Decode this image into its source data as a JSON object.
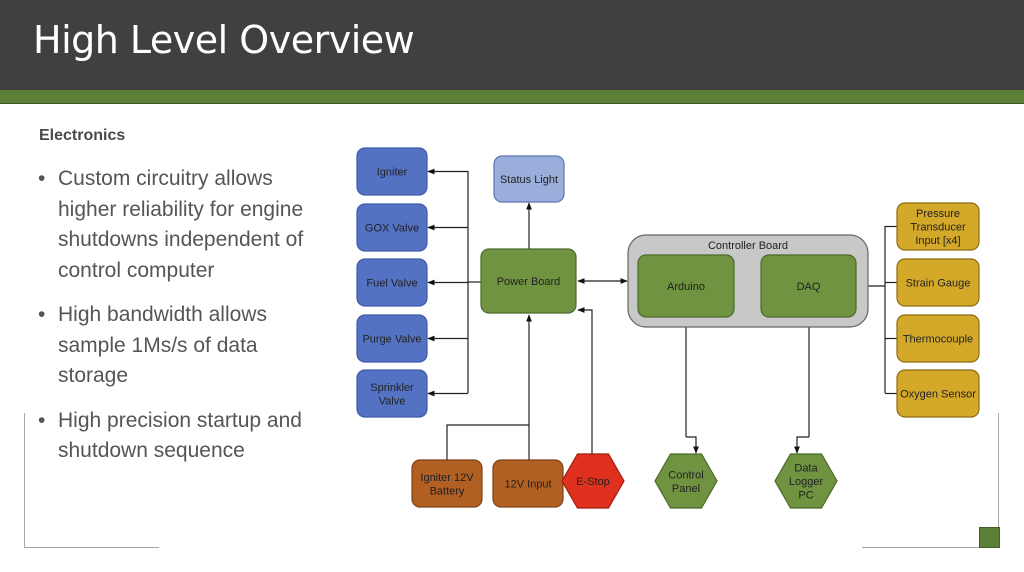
{
  "slide": {
    "title": "High Level Overview",
    "subheading": "Electronics",
    "bullets": [
      "Custom circuitry allows higher reliability for engine shutdowns independent of control computer",
      "High bandwidth allows sample 1Ms/s of data storage",
      " High precision startup and shutdown sequence"
    ],
    "bullet_glyph": "•"
  },
  "colors": {
    "header": "#404040",
    "accent_green": "#5b7f34",
    "actuator_blue": "#5472c4",
    "status_blue": "#9aaedc",
    "board_green": "#6f9341",
    "container_gray": "#c8c8c8",
    "power_orange": "#b15f23",
    "estop_red": "#e0301e",
    "sensor_gold": "#d4a92a"
  },
  "diagram": {
    "actuators": [
      {
        "id": "igniter",
        "label": [
          "Igniter"
        ]
      },
      {
        "id": "gox-valve",
        "label": [
          "GOX Valve"
        ]
      },
      {
        "id": "fuel-valve",
        "label": [
          "Fuel Valve"
        ]
      },
      {
        "id": "purge-valve",
        "label": [
          "Purge Valve"
        ]
      },
      {
        "id": "sprinkler-valve",
        "label": [
          "Sprinkler",
          "Valve"
        ]
      }
    ],
    "status_light": {
      "label": [
        "Status Light"
      ]
    },
    "power_board": {
      "label": [
        "Power Board"
      ]
    },
    "controller_board": {
      "label": "Controller Board"
    },
    "arduino": {
      "label": [
        "Arduino"
      ]
    },
    "daq": {
      "label": [
        "DAQ"
      ]
    },
    "power_sources": [
      {
        "id": "igniter-battery",
        "label": [
          "Igniter 12V",
          "Battery"
        ]
      },
      {
        "id": "12v-input",
        "label": [
          "12V Input"
        ]
      }
    ],
    "estop": {
      "label": [
        "E-Stop"
      ]
    },
    "control_panel": {
      "label": [
        "Control",
        "Panel"
      ]
    },
    "data_logger": {
      "label": [
        "Data",
        "Logger",
        "PC"
      ]
    },
    "sensors": [
      {
        "id": "pressure-transducer",
        "label": [
          "Pressure",
          "Transducer",
          "Input [x4]"
        ]
      },
      {
        "id": "strain-gauge",
        "label": [
          "Strain Gauge"
        ]
      },
      {
        "id": "thermocouple",
        "label": [
          "Thermocouple"
        ]
      },
      {
        "id": "oxygen-sensor",
        "label": [
          "Oxygen Sensor"
        ]
      }
    ]
  }
}
